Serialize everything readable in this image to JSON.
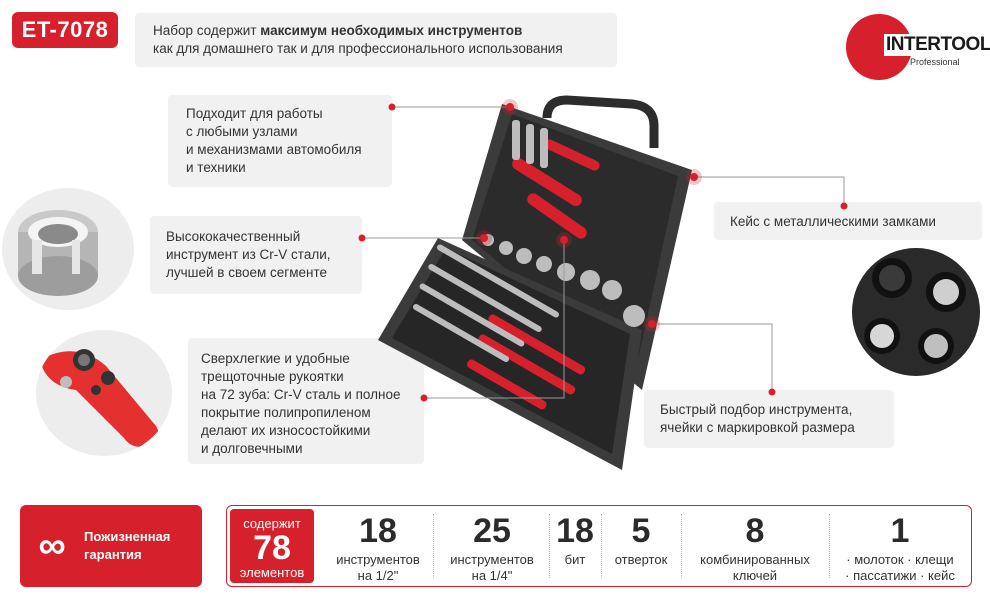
{
  "model": "ET-7078",
  "header": {
    "text_before": "Набор содержит ",
    "text_bold": "максимум необходимых инструментов",
    "line2": "как для домашнего так и для профессионального использования"
  },
  "brand": {
    "name": "INTERTOOL",
    "sub": "Professional",
    "color": "#d6202c"
  },
  "callouts": {
    "c1": [
      "Подходит для работы",
      "с любыми узлами",
      "и механизмами автомобиля",
      "и техники"
    ],
    "c2": [
      "Высококачественный",
      "инструмент из Cr-V стали,",
      "лучшей в своем сегменте"
    ],
    "c3": [
      "Сверхлегкие и удобные",
      "трещоточные рукоятки",
      "на 72 зуба: Cr-V сталь и полное",
      "покрытие полипропиленом",
      "делают их износостойкими",
      "и долговечными"
    ],
    "right1": "Кейс с металлическими замками",
    "right2": [
      "Быстрый подбор инструмента,",
      "ячейки с маркировкой размера"
    ]
  },
  "warranty": {
    "symbol": "∞",
    "line1": "Пожизненная",
    "line2": "гарантия"
  },
  "total": {
    "line1": "содержит",
    "count": "78",
    "line2": "элементов"
  },
  "stats": [
    {
      "num": "18",
      "l1": "инструментов",
      "l2": "на 1/2\""
    },
    {
      "num": "25",
      "l1": "инструментов",
      "l2": "на 1/4\""
    },
    {
      "num": "18",
      "l1": "бит",
      "l2": ""
    },
    {
      "num": "5",
      "l1": "отверток",
      "l2": ""
    },
    {
      "num": "8",
      "l1": "комбинированных",
      "l2": "ключей"
    },
    {
      "num": "1",
      "l1": "· молоток · клещи",
      "l2": "· пассатижи · кейс"
    }
  ]
}
